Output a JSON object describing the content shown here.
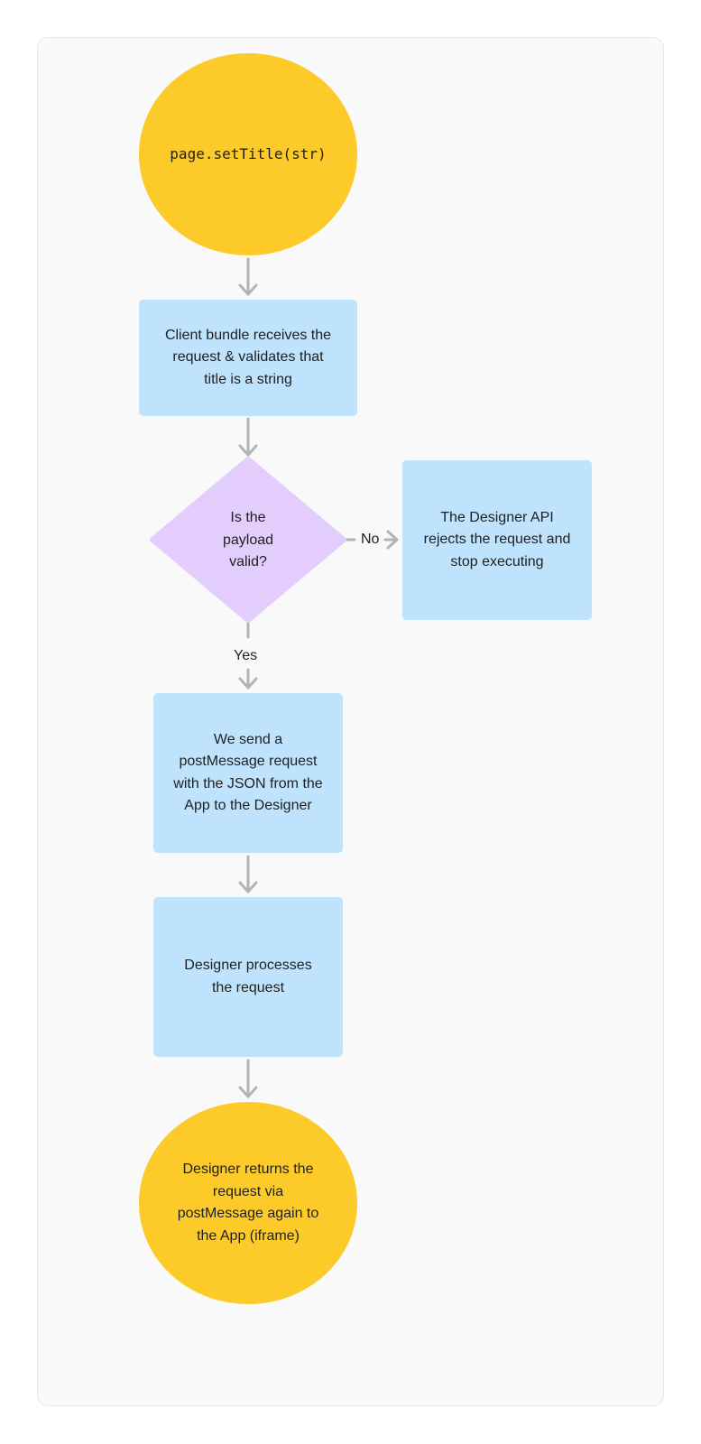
{
  "colors": {
    "terminal": "#fccb2a",
    "process": "#bfe3fd",
    "decision": "#e3cdfd",
    "connector": "#b3b3b3",
    "panel": "#f9f9f9"
  },
  "nodes": {
    "start": "page.setTitle(str)",
    "validate": "Client bundle receives the\nrequest & validates that\ntitle is a string",
    "decision": "Is the\npayload\nvalid?",
    "reject": "The Designer API\nrejects the request and\nstop executing",
    "send": "We send a\npostMessage request\nwith the JSON from the\nApp to the Designer",
    "process": "Designer processes\nthe request",
    "end": "Designer returns the\nrequest via\npostMessage again to\nthe App (iframe)"
  },
  "edges": {
    "no_label": "No",
    "yes_label": "Yes"
  }
}
